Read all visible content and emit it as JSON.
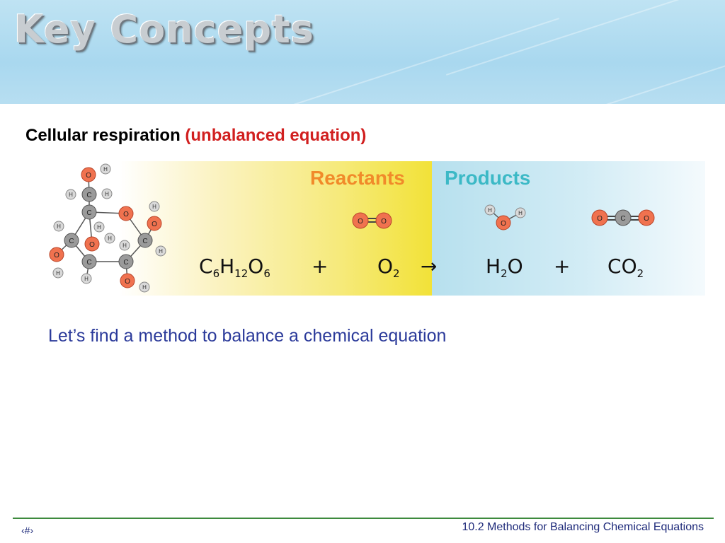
{
  "header": {
    "title": "Key Concepts"
  },
  "subtitle": {
    "main": "Cellular respiration ",
    "note": "(unbalanced equation)"
  },
  "equation": {
    "reactants_label": "Reactants",
    "products_label": "Products",
    "glucose": {
      "c": "C",
      "c_sub": "6",
      "h": "H",
      "h_sub": "12",
      "o": "O",
      "o_sub": "6"
    },
    "plus1": "+",
    "oxygen": {
      "o": "O",
      "o_sub": "2"
    },
    "arrow": "→",
    "water": {
      "h": "H",
      "h_sub": "2",
      "o": "O"
    },
    "plus2": "+",
    "carbon_dioxide": {
      "c": "C",
      "o": "O",
      "o_sub": "2"
    }
  },
  "body_text": "Let’s find a method to balance a chemical equation",
  "footer": {
    "section": "10.2  Methods for Balancing Chemical Equations",
    "page_num": "‹#›"
  },
  "atoms": {
    "O": "O",
    "H": "H",
    "C": "C"
  },
  "colors": {
    "oxygen": "#f0724f",
    "carbon": "#9a9a9a",
    "hydrogen": "#d9d9d9",
    "reactants": "#f18a2a",
    "products": "#3cb9c6",
    "subtitle_note": "#d11f1f",
    "body_text": "#2b3a9a"
  }
}
